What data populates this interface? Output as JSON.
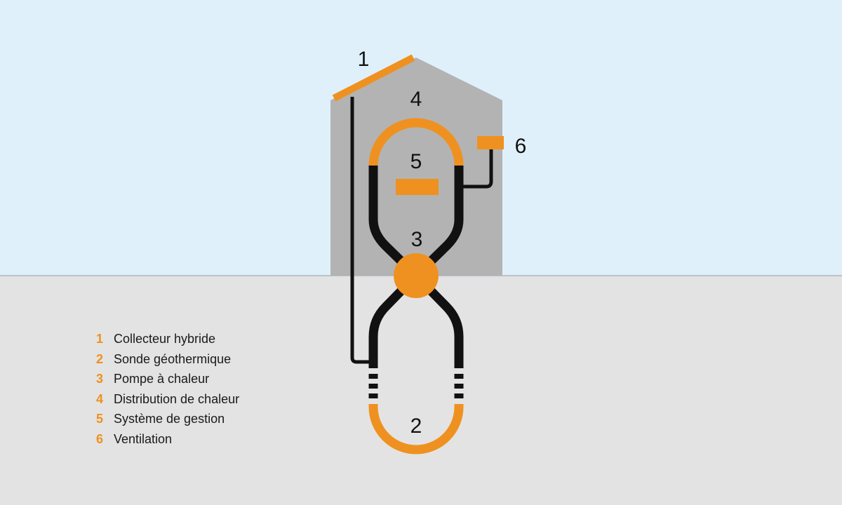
{
  "colors": {
    "sky": "#dff0fb",
    "ground": "#e3e3e3",
    "house": "#b3b3b3",
    "accent": "#ef9120",
    "pipe": "#111111"
  },
  "markers": {
    "collector": "1",
    "probe": "2",
    "heat_pump": "3",
    "heat_distribution": "4",
    "management_system": "5",
    "ventilation": "6"
  },
  "legend": [
    {
      "num": "1",
      "label": "Collecteur hybride"
    },
    {
      "num": "2",
      "label": "Sonde géothermique"
    },
    {
      "num": "3",
      "label": "Pompe à chaleur"
    },
    {
      "num": "4",
      "label": "Distribution de chaleur"
    },
    {
      "num": "5",
      "label": "Système de gestion"
    },
    {
      "num": "6",
      "label": "Ventilation"
    }
  ]
}
